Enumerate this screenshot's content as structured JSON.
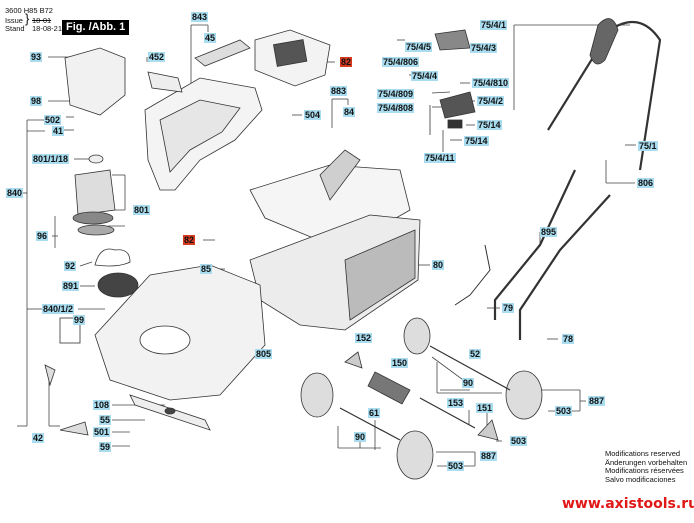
{
  "header": {
    "doc_number": "3600 H85 B72",
    "issue_label": "Issue",
    "stand_label": "Stand",
    "issue_struck": "18-01",
    "date": "18-08-21",
    "figure_title": "Fig. /Abb. 1"
  },
  "colors": {
    "label_bg": "#a9dcef",
    "highlight_bg": "#d63b1f",
    "watermark": "#e01818"
  },
  "labels": {
    "l93": "93",
    "l452": "452",
    "l843": "843",
    "l45": "45",
    "l82a": "82",
    "l98": "98",
    "l502": "502",
    "l41": "41",
    "l504": "504",
    "l883": "883",
    "l84": "84",
    "l801_1_18": "801/1/18",
    "l840": "840",
    "l801": "801",
    "l96": "96",
    "l92": "92",
    "l82b": "82",
    "l85": "85",
    "l891": "891",
    "l840_1_2": "840/1/2",
    "l99": "99",
    "l805": "805",
    "l108": "108",
    "l55": "55",
    "l501": "501",
    "l42": "42",
    "l59": "59",
    "l80": "80",
    "l895": "895",
    "l79": "79",
    "l78": "78",
    "l152": "152",
    "l52": "52",
    "l150": "150",
    "l90a": "90",
    "l153": "153",
    "l151": "151",
    "l61": "61",
    "l90b": "90",
    "l503a": "503",
    "l503b": "503",
    "l503c": "503",
    "l887a": "887",
    "l887b": "887",
    "l75_4_1": "75/4/1",
    "l75_4_5": "75/4/5",
    "l75_4_3": "75/4/3",
    "l75_4_806": "75/4/806",
    "l75_4_4": "75/4/4",
    "l75_4_810": "75/4/810",
    "l75_4_809": "75/4/809",
    "l75_4_2": "75/4/2",
    "l75_4_808": "75/4/808",
    "l75_14a": "75/14",
    "l75_14b": "75/14",
    "l75_4_11": "75/4/11",
    "l75_1": "75/1",
    "l806": "806"
  },
  "highlighted_parts": [
    "82"
  ],
  "notes": [
    "Modifications reserved",
    "Änderungen vorbehalten",
    "Modifications réservées",
    "Salvo modificaciones"
  ],
  "watermark": "www.axistools.ru"
}
